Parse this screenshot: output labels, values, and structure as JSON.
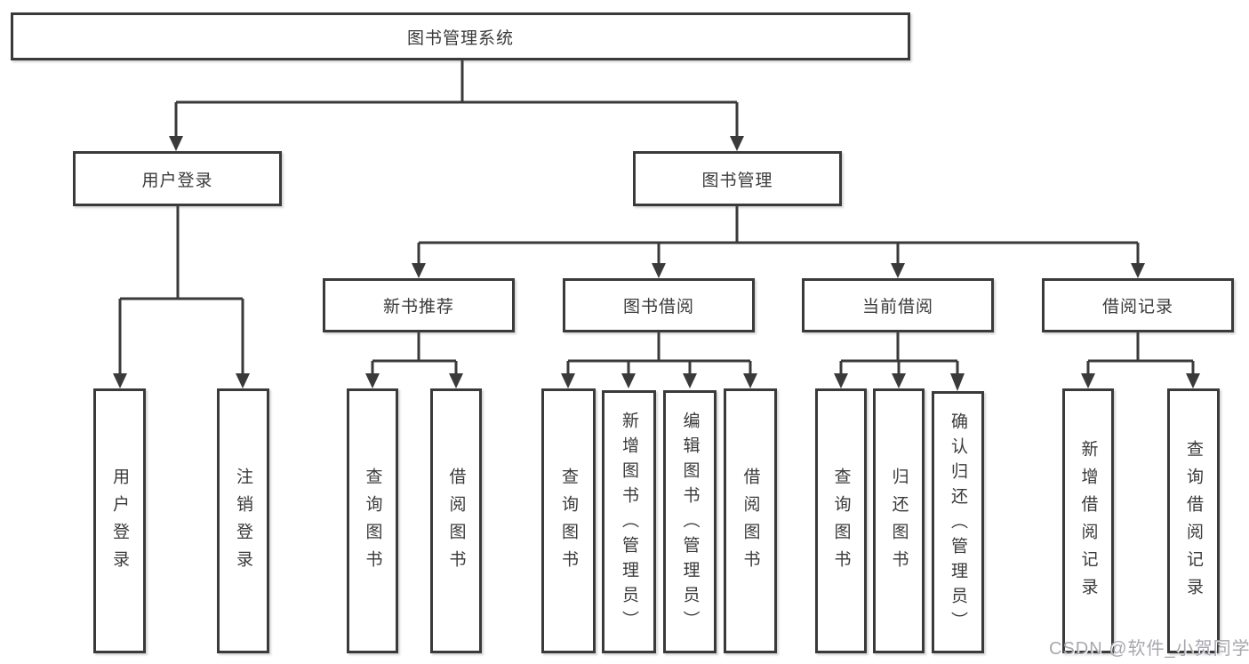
{
  "diagram_title": "图书管理系统",
  "tree": {
    "root": {
      "label": "图书管理系统"
    },
    "branches": [
      {
        "label": "用户登录",
        "children": [
          {
            "label": "用户登录"
          },
          {
            "label": "注销登录"
          }
        ]
      },
      {
        "label": "图书管理",
        "children": [
          {
            "label": "新书推荐",
            "children": [
              {
                "label": "查询图书"
              },
              {
                "label": "借阅图书"
              }
            ]
          },
          {
            "label": "图书借阅",
            "children": [
              {
                "label": "查询图书"
              },
              {
                "label": "新增图书（管理员）"
              },
              {
                "label": "编辑图书（管理员）"
              },
              {
                "label": "借阅图书"
              }
            ]
          },
          {
            "label": "当前借阅",
            "children": [
              {
                "label": "查询图书"
              },
              {
                "label": "归还图书"
              },
              {
                "label": "确认归还（管理员）"
              }
            ]
          },
          {
            "label": "借阅记录",
            "children": [
              {
                "label": "新增借阅记录"
              },
              {
                "label": "查询借阅记录"
              }
            ]
          }
        ]
      }
    ]
  },
  "watermark": {
    "text": "CSDN @软件_小贺同学"
  },
  "colors": {
    "line": "#3a3a3a",
    "box_border": "#3a3a3a",
    "text": "#3a3a3a",
    "background": "#ffffff",
    "watermark": "#a7a7af"
  }
}
